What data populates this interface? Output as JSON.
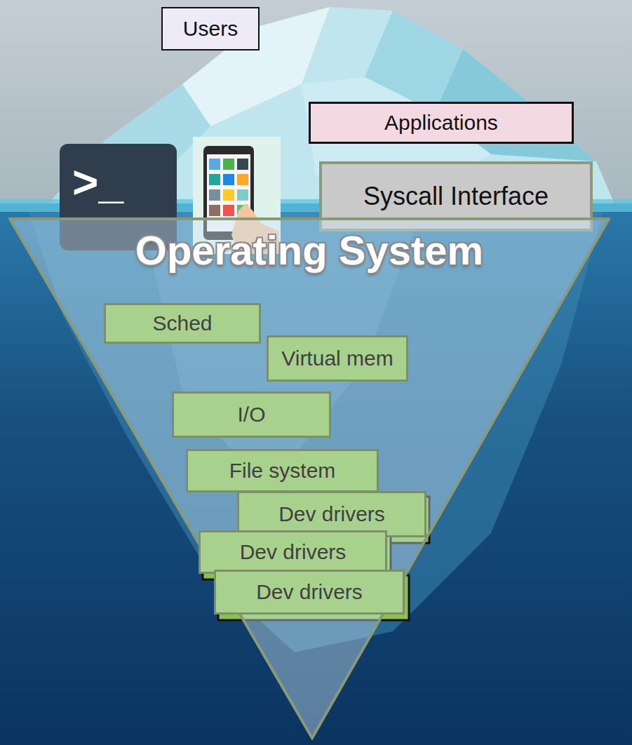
{
  "diagram": {
    "nodes": [
      {
        "text": [
          "Users"
        ]
      },
      {
        "text": [
          "Applications"
        ]
      },
      {
        "text": [
          "Syscall Interface"
        ]
      },
      {
        "text": [
          "Operating System"
        ]
      },
      {
        "text": [
          "Sched"
        ],
        "in": 3
      },
      {
        "text": [
          "Virtual mem"
        ],
        "in": 3
      },
      {
        "text": [
          "I/O"
        ],
        "in": 3
      },
      {
        "text": [
          "File system"
        ],
        "in": 3
      },
      {
        "text": [
          "Dev drivers"
        ],
        "in": 3
      },
      {
        "text": [
          "Dev drivers"
        ],
        "in": 3
      },
      {
        "text": [
          "Dev drivers"
        ],
        "in": 3
      }
    ],
    "labels": [
      ">_"
    ]
  }
}
